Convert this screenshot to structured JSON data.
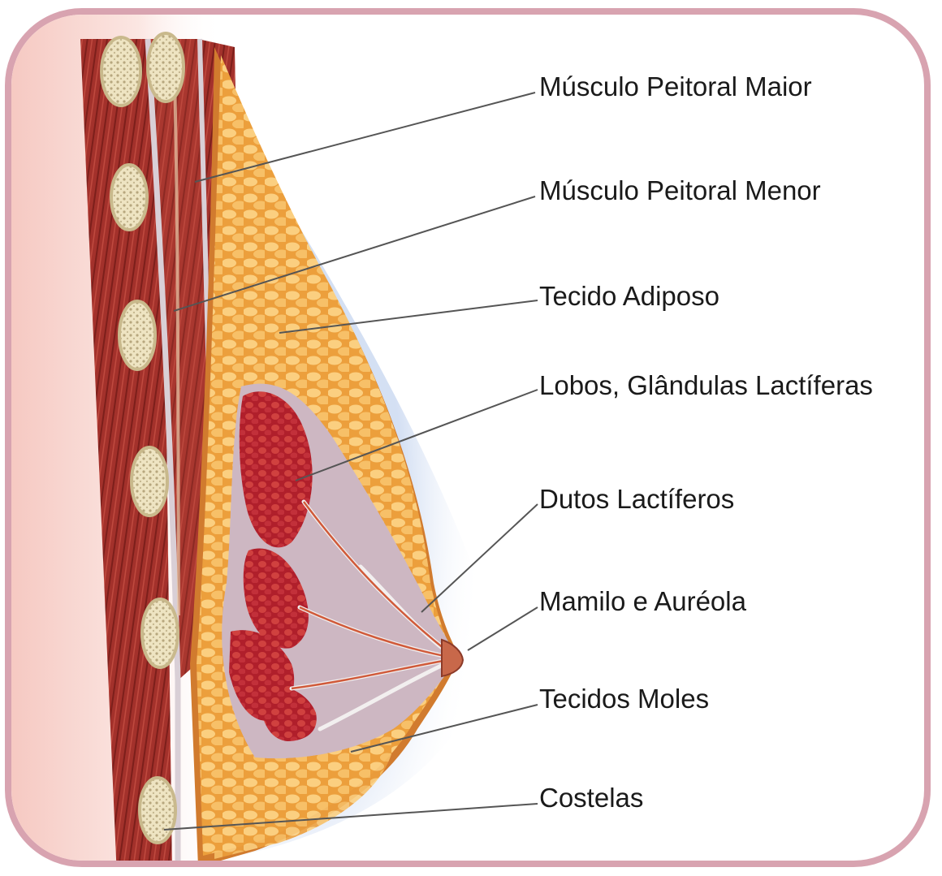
{
  "labels": {
    "pectoralis_major": "Músculo Peitoral Maior",
    "pectoralis_minor": "Músculo Peitoral Menor",
    "adipose": "Tecido Adiposo",
    "lobes": "Lobos, Glândulas Lactíferas",
    "ducts": "Dutos Lactíferos",
    "nipple": "Mamilo e Auréola",
    "soft_tissue": "Tecidos Moles",
    "ribs": "Costelas"
  },
  "colors": {
    "frame_border": "#d8a3b0",
    "muscle": "#a8302a",
    "muscle_dark": "#7e1e1a",
    "fat": "#f2b458",
    "fat_light": "#fbd89a",
    "gland_bg": "#cdb7c2",
    "gland": "#b5232f",
    "bone": "#efe6c7",
    "leader_line": "#555555"
  },
  "icons": [
    "breast-cross-section-illustration"
  ]
}
